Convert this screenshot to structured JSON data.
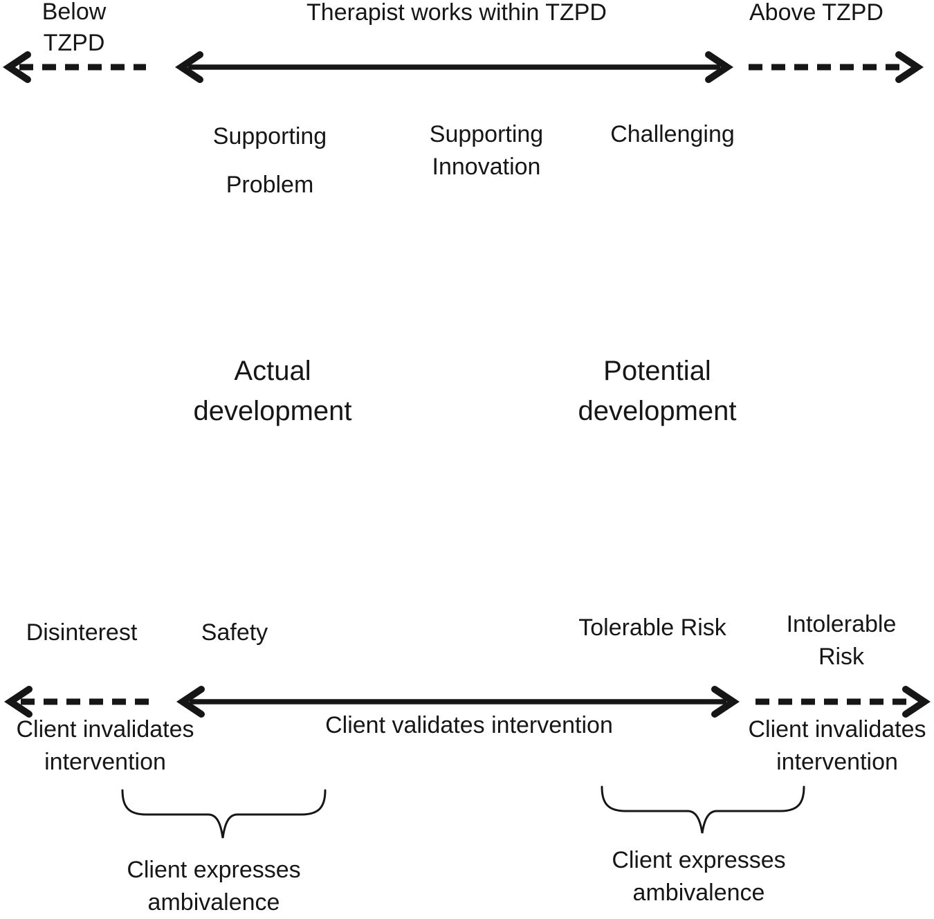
{
  "figure": {
    "background": "#ffffff",
    "ink_color": "#161616"
  },
  "top_axis": {
    "below_label": "Below\nTZPD",
    "within_label": "Therapist works within TZPD",
    "above_label": "Above TZPD"
  },
  "strategies": {
    "supporting_problem": "Supporting\n\nProblem",
    "supporting_innovation": "Supporting\nInnovation",
    "challenging": "Challenging"
  },
  "development": {
    "actual": "Actual\ndevelopment",
    "potential": "Potential\ndevelopment"
  },
  "bottom_axis": {
    "disinterest": "Disinterest",
    "safety": "Safety",
    "tolerable_risk": "Tolerable Risk",
    "intolerable_risk": "Intolerable\nRisk",
    "client_invalidates_left": "Client invalidates\nintervention",
    "client_validates": "Client validates intervention",
    "client_invalidates_right": "Client invalidates\nintervention",
    "ambivalence_left": "Client expresses\nambivalence",
    "ambivalence_right": "Client expresses\nambivalence"
  }
}
